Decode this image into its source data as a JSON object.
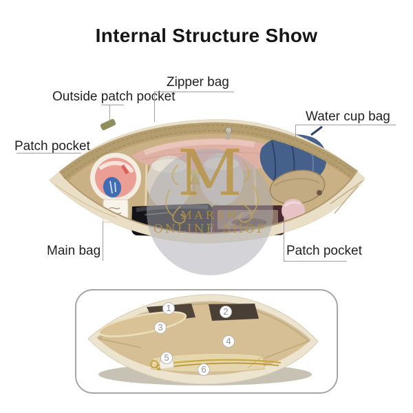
{
  "title": "Internal Structure Show",
  "photo": {
    "labels": {
      "zipper_bag": "Zipper bag",
      "outside_patch_pocket": "Outside patch pocket",
      "water_cup_bag": "Water cup bag",
      "patch_pocket_left": "Patch pocket",
      "main_bag": "Main bag",
      "patch_pocket_right": "Patch pocket"
    }
  },
  "watermark": {
    "monogram": "M",
    "line1": "MARSH",
    "line2": "ONLINE SHOP"
  },
  "diagram": {
    "markers": [
      "1",
      "2",
      "3",
      "4",
      "5",
      "6"
    ]
  },
  "colors": {
    "felt_light": "#e9dfc7",
    "felt_interior": "#c9b185",
    "strap_khaki": "#b49e70",
    "watermark_gold": "#b8923f",
    "label_text": "#1f1f1f",
    "pointer_line": "#9e9e9e"
  }
}
